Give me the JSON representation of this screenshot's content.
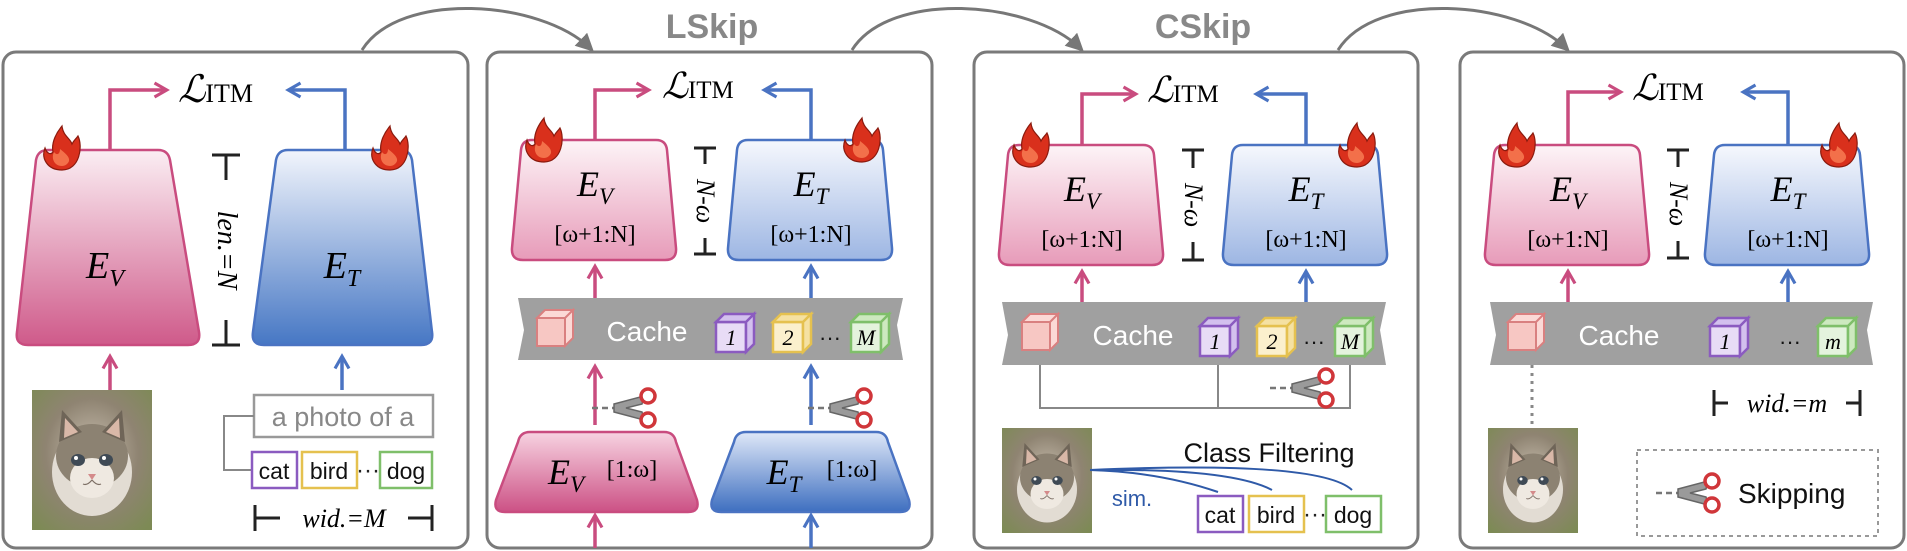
{
  "stage_labels": {
    "lskip": "LSkip",
    "cskip": "CSkip"
  },
  "loss_label": {
    "script": "ℒ",
    "sub": "ITM"
  },
  "encoders": {
    "vision": {
      "main": "E",
      "sub": "V"
    },
    "text": {
      "main": "E",
      "sub": "T"
    },
    "top_range": "[ω+1:N]",
    "bottom_range": "[1:ω]"
  },
  "depth_labels": {
    "full": "len.=N",
    "partial": "N-ω"
  },
  "cache": {
    "label": "Cache",
    "dots": "···",
    "lskip_tokens": [
      "1",
      "2",
      "M"
    ],
    "cskip_tokens": [
      "1",
      "2",
      "M"
    ],
    "final_tokens": [
      "1",
      "m"
    ]
  },
  "prompt": {
    "text": "a photo of a",
    "classes": [
      "cat",
      "bird",
      "dog"
    ],
    "dots": "···"
  },
  "width_labels": {
    "full": "wid.=M",
    "reduced": "wid.=m"
  },
  "class_filtering": {
    "title": "Class Filtering",
    "sim_label": "sim.",
    "classes": [
      "cat",
      "bird",
      "dog"
    ],
    "dots": "···"
  },
  "legend": {
    "skipping": "Skipping"
  },
  "colors": {
    "vision": "#c94c7f",
    "text": "#4a73c2",
    "flame": "#d9301c",
    "panel_border": "#7a7a7a",
    "cache_bar": "#a0a0a0",
    "cat_box": "#8b5bc0",
    "bird_box": "#e5c14f",
    "dog_box": "#7fbf6a",
    "scissors": "#d0363a"
  }
}
